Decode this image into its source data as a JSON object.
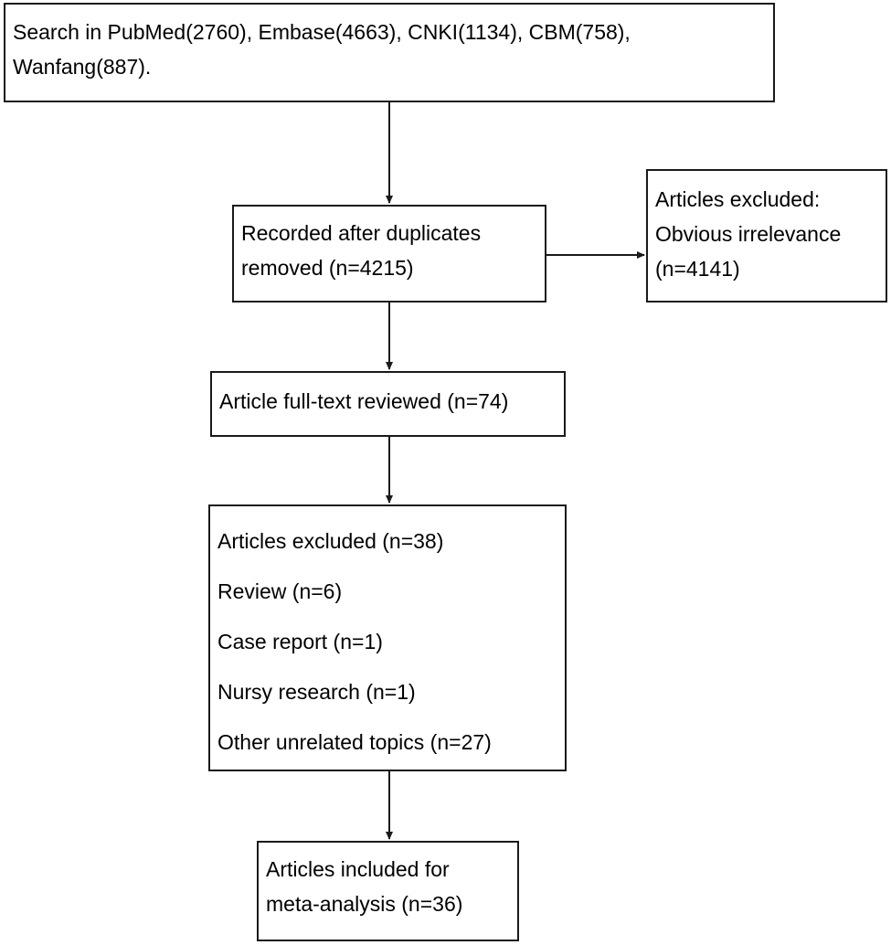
{
  "boxes": {
    "search": {
      "lines": [
        "Search in PubMed(2760), Embase(4663), CNKI(1134), CBM(758),",
        "Wanfang(887)."
      ]
    },
    "recorded": {
      "lines": [
        "Recorded after duplicates",
        "removed (n=4215)"
      ]
    },
    "excluded_irrelevant": {
      "lines": [
        "Articles excluded:",
        "Obvious irrelevance",
        "(n=4141)"
      ]
    },
    "fulltext": {
      "lines": [
        "Article full-text reviewed (n=74)"
      ]
    },
    "excluded_fulltext": {
      "lines": [
        "Articles excluded (n=38)",
        "Review (n=6)",
        "Case report (n=1)",
        "Nursy research (n=1)",
        "Other unrelated topics (n=27)"
      ]
    },
    "included": {
      "lines": [
        "Articles included for",
        "meta-analysis (n=36)"
      ]
    }
  },
  "colors": {
    "stroke": "#1a1a1a",
    "background": "#ffffff"
  }
}
